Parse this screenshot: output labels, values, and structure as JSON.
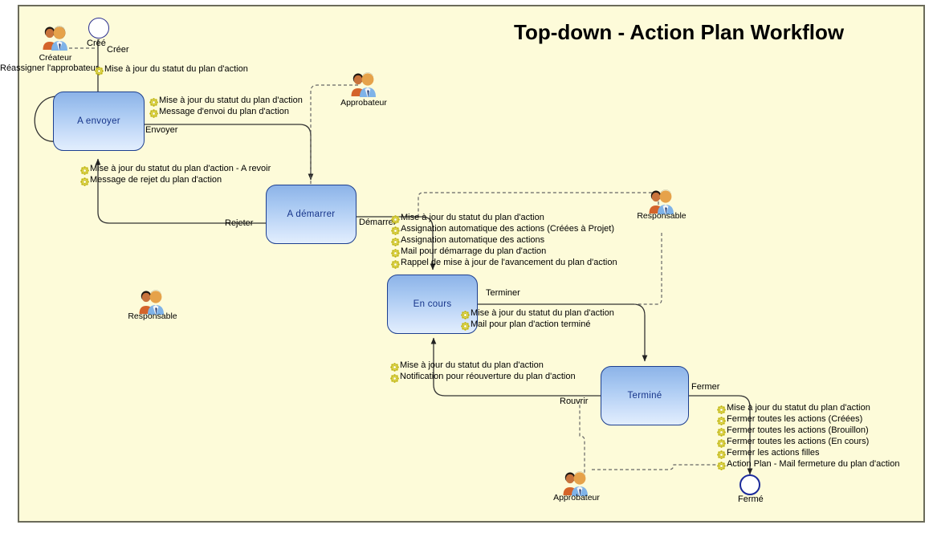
{
  "diagram": {
    "title": "Top-down - Action Plan Workflow",
    "background_color": "#fdfbd9",
    "border_color": "#6b6b5a",
    "state_fill": "#a9c9f2",
    "state_border": "#1d3f8f",
    "state_text_color": "#16348a",
    "gear_color": "#d8cf2a"
  },
  "states": [
    {
      "id": "a-envoyer",
      "label": "A envoyer"
    },
    {
      "id": "a-demarrer",
      "label": "A démarrer"
    },
    {
      "id": "en-cours",
      "label": "En cours"
    },
    {
      "id": "termine",
      "label": "Terminé"
    }
  ],
  "endpoints": [
    {
      "id": "start",
      "label": "Créé",
      "kind": "initial-state-icon"
    },
    {
      "id": "end",
      "label": "Fermé",
      "kind": "final-state-icon"
    }
  ],
  "actors": [
    {
      "id": "createur",
      "label": "Créateur",
      "icon": "user-group-icon"
    },
    {
      "id": "approbateur-top",
      "label": "Approbateur",
      "icon": "user-group-icon"
    },
    {
      "id": "responsable-left",
      "label": "Responsable",
      "icon": "user-group-icon"
    },
    {
      "id": "responsable-right",
      "label": "Responsable",
      "icon": "user-group-icon"
    },
    {
      "id": "approbateur-bottom",
      "label": "Approbateur",
      "icon": "user-group-icon"
    }
  ],
  "transitions": [
    {
      "id": "creer",
      "label": "Créer"
    },
    {
      "id": "reassigner",
      "label": "Réassigner l'approbateur"
    },
    {
      "id": "envoyer",
      "label": "Envoyer"
    },
    {
      "id": "rejeter",
      "label": "Rejeter"
    },
    {
      "id": "demarrer",
      "label": "Démarrer"
    },
    {
      "id": "terminer",
      "label": "Terminer"
    },
    {
      "id": "rouvrir",
      "label": "Rouvrir"
    },
    {
      "id": "fermer",
      "label": "Fermer"
    }
  ],
  "action_groups": {
    "creer": [
      "Mise à jour du statut du plan d'action"
    ],
    "envoyer": [
      "Mise à jour du statut du plan d'action",
      "Message d'envoi du plan d'action"
    ],
    "rejeter": [
      "Mise à jour du statut du plan d'action - A revoir",
      "Message de rejet du plan d'action"
    ],
    "demarrer": [
      "Mise à jour du statut du plan d'action",
      "Assignation automatique des actions (Créées à Projet)",
      "Assignation automatique des actions",
      "Mail pour démarrage du plan d'action",
      "Rappel de mise à jour de l'avancement du plan d'action"
    ],
    "terminer": [
      "Mise à jour du statut du plan d'action",
      "Mail pour plan d'action terminé"
    ],
    "rouvrir": [
      "Mise à jour du statut du plan d'action",
      "Notification pour réouverture du plan d'action"
    ],
    "fermer": [
      "Mise à jour du statut du plan d'action",
      "Fermer toutes les actions (Créées)",
      "Fermer toutes les actions (Brouillon)",
      "Fermer toutes les actions (En cours)",
      "Fermer les actions filles",
      "Action Plan - Mail fermeture du plan d'action"
    ]
  }
}
